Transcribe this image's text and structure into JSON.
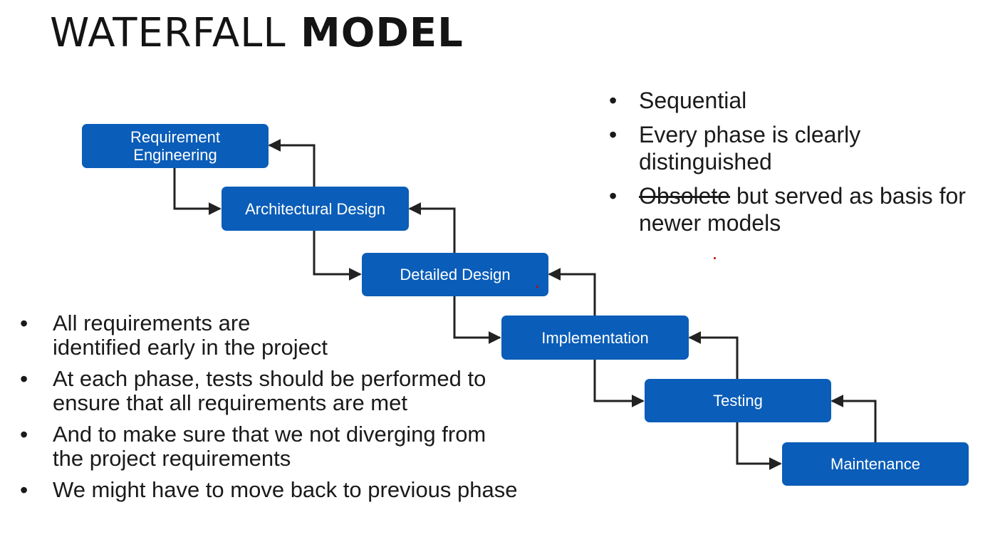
{
  "title": {
    "light": "WATERFALL",
    "bold": "MODEL"
  },
  "phases": [
    {
      "label": "Requirement\nEngineering"
    },
    {
      "label": "Architectural Design"
    },
    {
      "label": "Detailed Design"
    },
    {
      "label": "Implementation"
    },
    {
      "label": "Testing"
    },
    {
      "label": "Maintenance"
    }
  ],
  "right_bullets": [
    {
      "text": "Sequential"
    },
    {
      "text": "Every phase is clearly distinguished"
    },
    {
      "struck": "Obsolete",
      "text": " but served as basis for newer models"
    }
  ],
  "left_bullets": [
    {
      "text": "All requirements are\nidentified early in the project"
    },
    {
      "text": "At each phase, tests should be performed to ensure that all requirements are met"
    },
    {
      "text": "And to make sure that we not diverging from the project requirements"
    },
    {
      "text": "We might have to move back to previous phase"
    }
  ],
  "bullet_glyph": "•",
  "colors": {
    "phase_box": "#0a5db8",
    "arrow": "#222222",
    "title": "#141414"
  }
}
